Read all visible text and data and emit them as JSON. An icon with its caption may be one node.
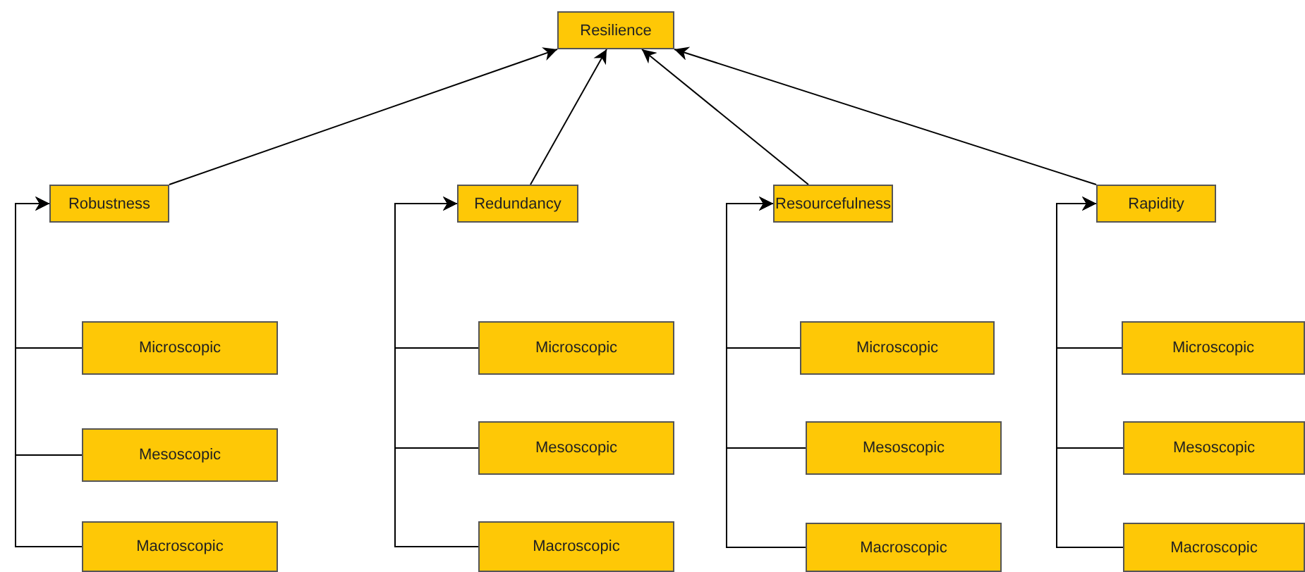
{
  "diagram": {
    "nodes": [
      {
        "text": [
          "Resilience"
        ]
      },
      {
        "text": [
          "Robustness"
        ]
      },
      {
        "text": [
          "Microscopic"
        ]
      },
      {
        "text": [
          "Mesoscopic"
        ]
      },
      {
        "text": [
          "Macroscopic"
        ]
      },
      {
        "text": [
          "Redundancy"
        ]
      },
      {
        "text": [
          "Microscopic"
        ]
      },
      {
        "text": [
          "Mesoscopic"
        ]
      },
      {
        "text": [
          "Macroscopic"
        ]
      },
      {
        "text": [
          "Resourcefulness"
        ]
      },
      {
        "text": [
          "Microscopic"
        ]
      },
      {
        "text": [
          "Mesoscopic"
        ]
      },
      {
        "text": [
          "Macroscopic"
        ]
      },
      {
        "text": [
          "Rapidity"
        ]
      },
      {
        "text": [
          "Microscopic"
        ]
      },
      {
        "text": [
          "Mesoscopic"
        ]
      },
      {
        "text": [
          "Macroscopic"
        ]
      }
    ],
    "edges": [
      {
        "from": 1,
        "to": 0,
        "arrow": "to"
      },
      {
        "from": 5,
        "to": 0,
        "arrow": "to"
      },
      {
        "from": 9,
        "to": 0,
        "arrow": "to"
      },
      {
        "from": 13,
        "to": 0,
        "arrow": "to"
      },
      {
        "from": 2,
        "to": 1,
        "arrow": "to"
      },
      {
        "from": 3,
        "to": 1,
        "arrow": "to"
      },
      {
        "from": 4,
        "to": 1,
        "arrow": "to"
      },
      {
        "from": 6,
        "to": 5,
        "arrow": "to"
      },
      {
        "from": 7,
        "to": 5,
        "arrow": "to"
      },
      {
        "from": 8,
        "to": 5,
        "arrow": "to"
      },
      {
        "from": 10,
        "to": 9,
        "arrow": "to"
      },
      {
        "from": 11,
        "to": 9,
        "arrow": "to"
      },
      {
        "from": 12,
        "to": 9,
        "arrow": "to"
      },
      {
        "from": 14,
        "to": 13,
        "arrow": "to"
      },
      {
        "from": 15,
        "to": 13,
        "arrow": "to"
      },
      {
        "from": 16,
        "to": 13,
        "arrow": "to"
      }
    ]
  }
}
